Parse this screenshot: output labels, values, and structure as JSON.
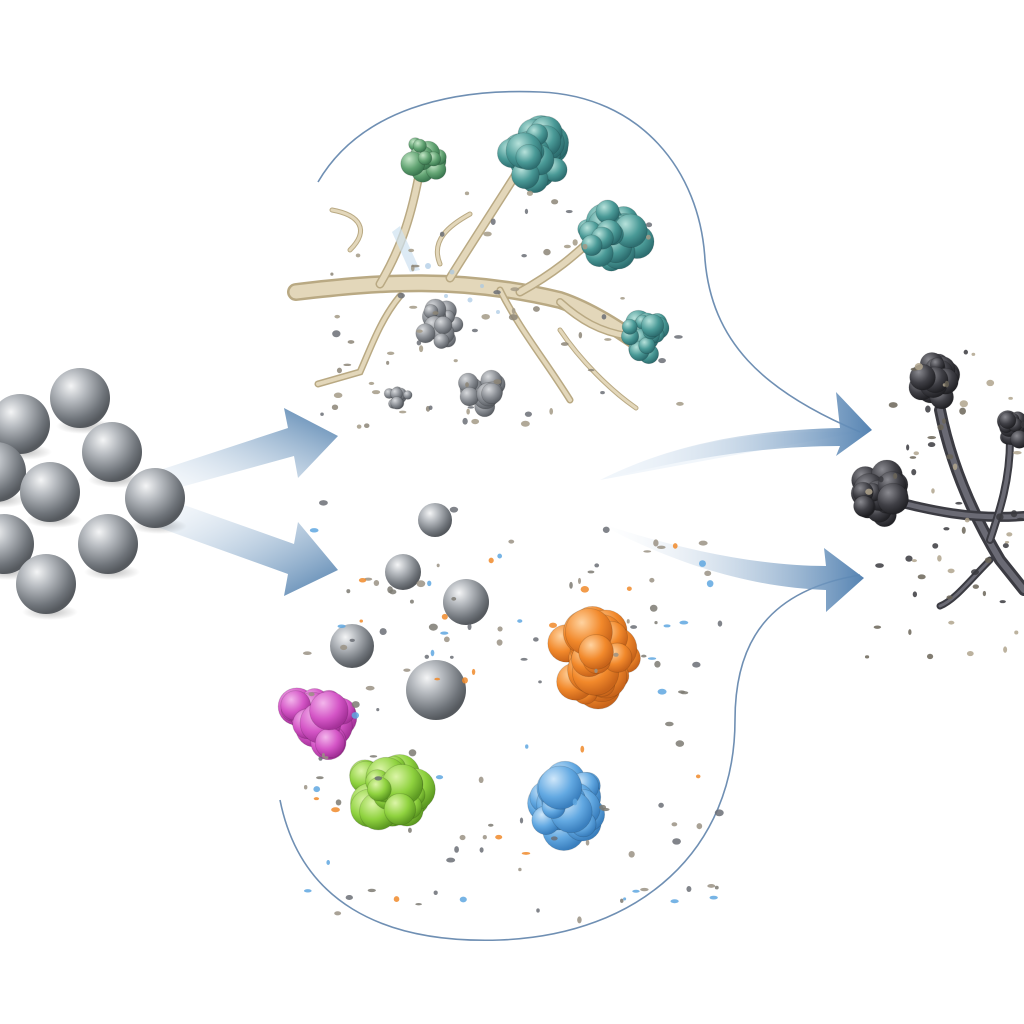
{
  "diagram": {
    "text_labels": [],
    "palette": {
      "background": "#ffffff",
      "arrow": "#4a78a8",
      "arrow_light": "#dbe7f3",
      "outline": "#5f86b0",
      "sphere": "#9aa0a6",
      "sphere_highlight": "#eef0f2",
      "branch": "#d8c9a8",
      "branch_edge": "#b9a983",
      "teal_cluster": "#3f8e8f",
      "green_cluster_small": "#5a9a6c",
      "gray_cluster": "#8c9096",
      "magenta_cluster": "#d052c4",
      "lime_cluster": "#8bd13c",
      "orange_cluster": "#f08a2a",
      "blue_cluster": "#5fa7e0",
      "dark_cluster": "#3a3a3e",
      "dark_branch": "#4a4a52"
    },
    "elements": [
      {
        "id": "source-nanoparticles",
        "kind": "sphere-group",
        "count": 12
      },
      {
        "id": "upper-branch-panel",
        "kind": "branched-structure",
        "clusters": 4
      },
      {
        "id": "lower-cluster-panel",
        "kind": "aggregates",
        "clusters": 4
      },
      {
        "id": "result-dark-structure",
        "kind": "branched-structure",
        "clusters": 4
      }
    ],
    "arrows": [
      {
        "from": "source-nanoparticles",
        "to": "upper-branch-panel"
      },
      {
        "from": "source-nanoparticles",
        "to": "lower-cluster-panel"
      },
      {
        "from": "upper-branch-panel",
        "to": "result-dark-structure"
      },
      {
        "from": "lower-cluster-panel",
        "to": "result-dark-structure"
      }
    ]
  }
}
